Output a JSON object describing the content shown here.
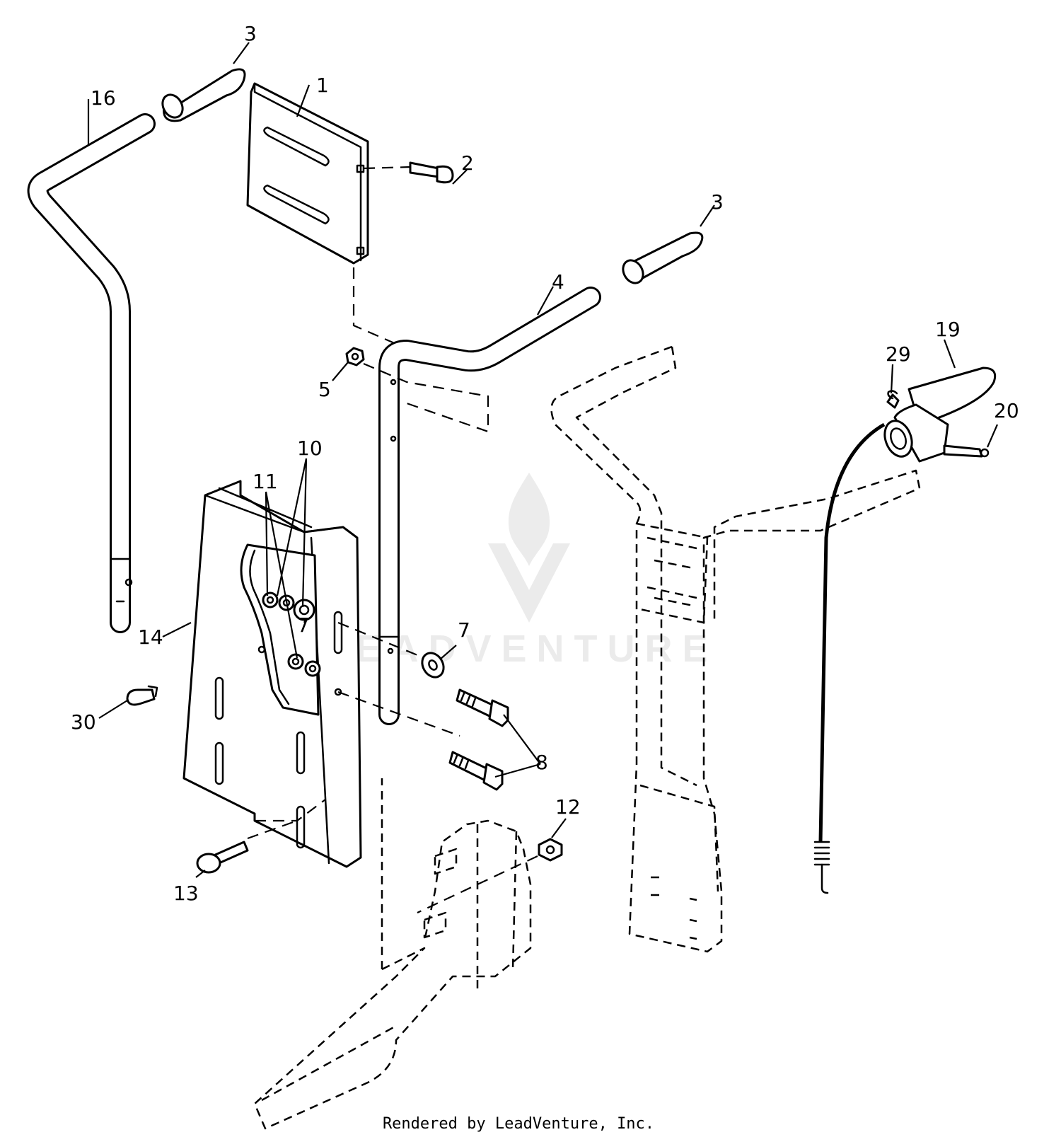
{
  "diagram": {
    "callouts": [
      {
        "id": "c1",
        "label": "1"
      },
      {
        "id": "c2",
        "label": "2"
      },
      {
        "id": "c3a",
        "label": "3"
      },
      {
        "id": "c3b",
        "label": "3"
      },
      {
        "id": "c4",
        "label": "4"
      },
      {
        "id": "c5",
        "label": "5"
      },
      {
        "id": "c7a",
        "label": "7"
      },
      {
        "id": "c7b",
        "label": "7"
      },
      {
        "id": "c8",
        "label": "8"
      },
      {
        "id": "c10",
        "label": "10"
      },
      {
        "id": "c11",
        "label": "11"
      },
      {
        "id": "c12",
        "label": "12"
      },
      {
        "id": "c13",
        "label": "13"
      },
      {
        "id": "c14",
        "label": "14"
      },
      {
        "id": "c16",
        "label": "16"
      },
      {
        "id": "c19",
        "label": "19"
      },
      {
        "id": "c20",
        "label": "20"
      },
      {
        "id": "c29",
        "label": "29"
      },
      {
        "id": "c30",
        "label": "30"
      }
    ]
  },
  "watermark": {
    "brand": "LEADVENTURE",
    "color": "#c8c8c8"
  },
  "footer": {
    "credit": "Rendered by LeadVenture, Inc."
  }
}
